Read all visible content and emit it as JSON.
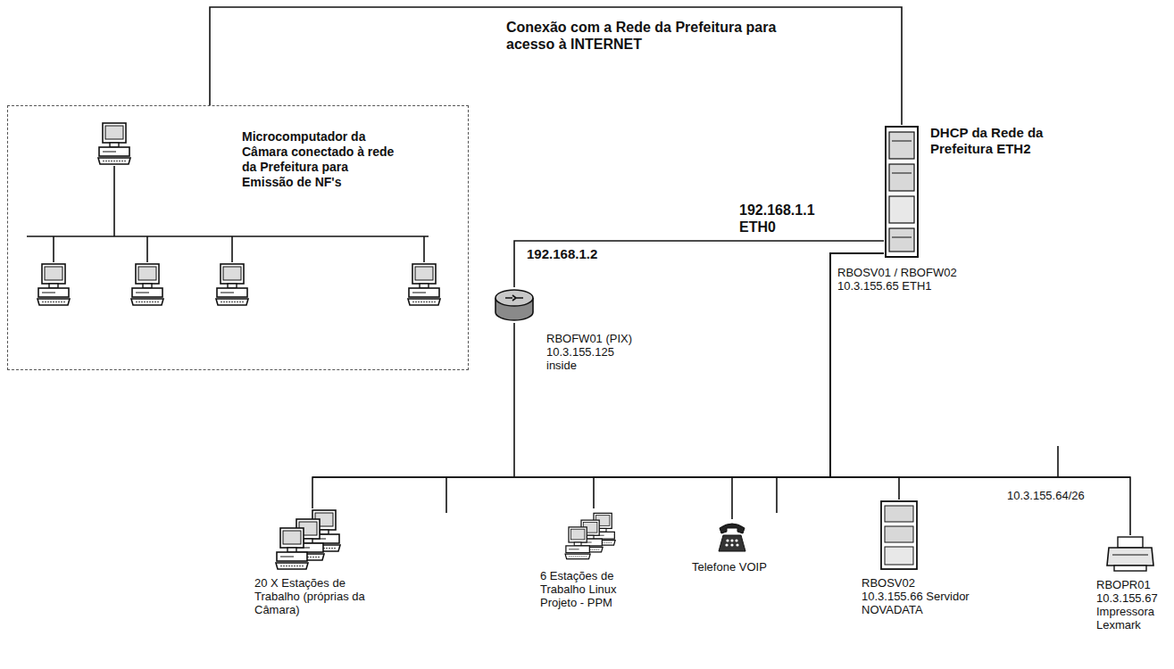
{
  "diagram": {
    "nodes": [
      {
        "text": [
          "Microcomputador da Câmara conectado à rede da Prefeitura para Emissão de NF's"
        ]
      },
      {
        "text": [
          "DHCP da Rede da Prefeitura ETH2",
          "RBOSV01 / RBOFW02 10.3.155.65 ETH1"
        ]
      },
      {
        "text": [
          "RBOFW01 (PIX) 10.3.155.125 inside"
        ]
      },
      {
        "text": [
          "20 X Estações de Trabalho (próprias da Câmara)"
        ]
      },
      {
        "text": [
          "6 Estações de Trabalho Linux Projeto - PPM"
        ]
      },
      {
        "text": [
          "Telefone VOIP"
        ]
      },
      {
        "text": [
          "RBOSV02 10.3.155.66 Servidor NOVADATA"
        ]
      },
      {
        "text": [
          "RBOPR01 10.3.155.67 Impressora Lexmark"
        ]
      }
    ],
    "edges": [
      {
        "from": 0,
        "to": 1,
        "arrow": "none",
        "label": "Conexão com a Rede da Prefeitura para acesso à INTERNET"
      },
      {
        "from": 2,
        "to": 1,
        "arrow": "none"
      },
      {
        "from": 1,
        "to": 3,
        "arrow": "none"
      },
      {
        "from": 1,
        "to": 4,
        "arrow": "none"
      },
      {
        "from": 1,
        "to": 5,
        "arrow": "none"
      },
      {
        "from": 1,
        "to": 6,
        "arrow": "none"
      },
      {
        "from": 1,
        "to": 7,
        "arrow": "none"
      }
    ],
    "labels": [
      "192.168.1.2",
      "192.168.1.1 ETH0",
      "10.3.155.64/26"
    ]
  }
}
